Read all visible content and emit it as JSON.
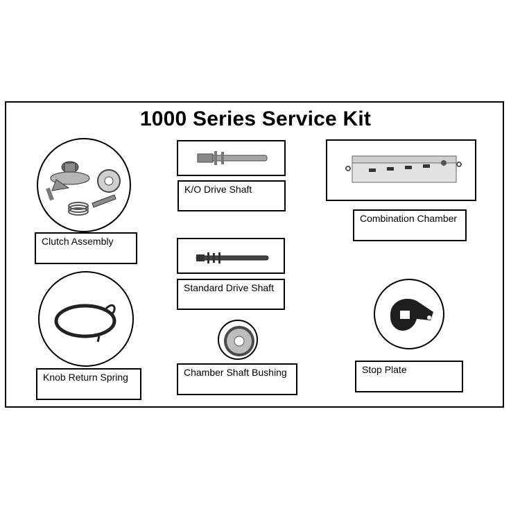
{
  "title": "1000 Series Service Kit",
  "parts": {
    "clutch_assembly": "Clutch Assembly",
    "ko_drive_shaft": "K/O Drive Shaft",
    "combination_chamber": "Combination Chamber",
    "standard_drive_shaft": "Standard Drive Shaft",
    "knob_return_spring": "Knob Return Spring",
    "chamber_shaft_bushing": "Chamber Shaft Bushing",
    "stop_plate": "Stop Plate"
  },
  "colors": {
    "line": "#000000",
    "background": "#ffffff",
    "metal": "#9a9a9a"
  }
}
